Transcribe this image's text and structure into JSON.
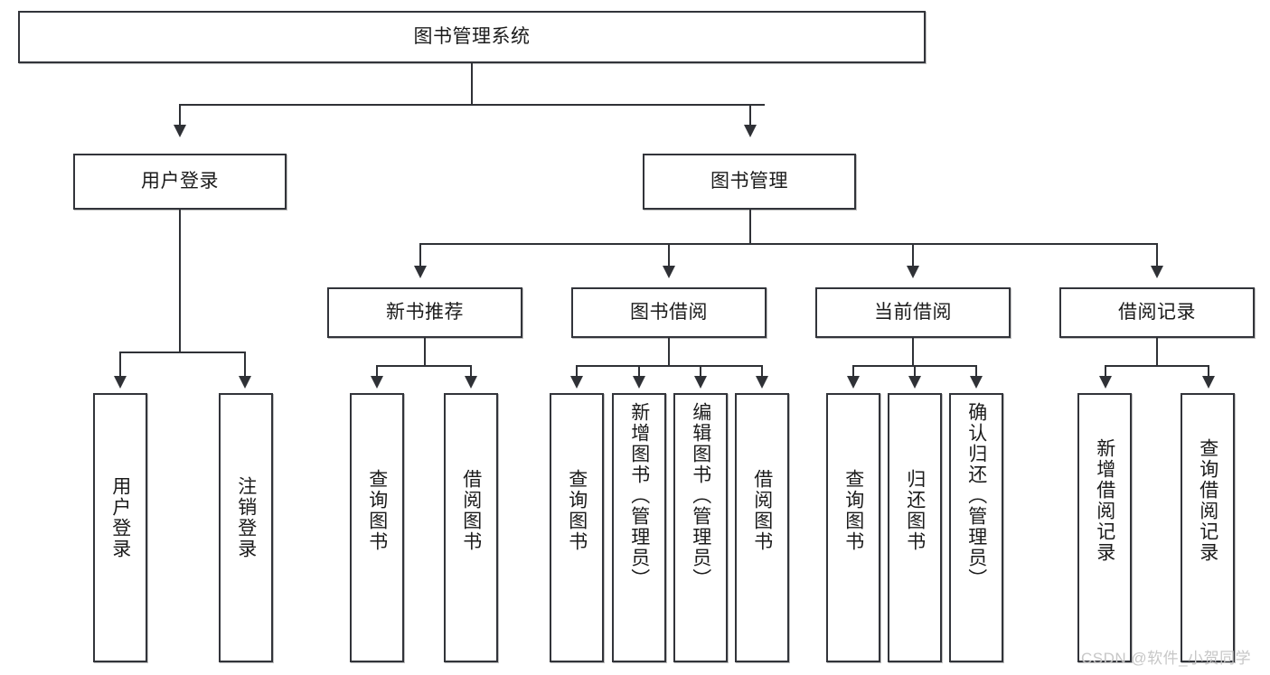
{
  "diagram": {
    "title": "图书管理系统",
    "root": {
      "id": "root",
      "label": "图书管理系统"
    },
    "level2": [
      {
        "id": "user-login",
        "label": "用户登录"
      },
      {
        "id": "book-manage",
        "label": "图书管理"
      }
    ],
    "level3": [
      {
        "id": "new-book-recommend",
        "label": "新书推荐"
      },
      {
        "id": "book-borrow",
        "label": "图书借阅"
      },
      {
        "id": "current-borrow",
        "label": "当前借阅"
      },
      {
        "id": "borrow-record",
        "label": "借阅记录"
      }
    ],
    "leaves": [
      {
        "id": "leaf-user-login",
        "label": "用户登录",
        "parent": "user-login"
      },
      {
        "id": "leaf-logout-login",
        "label": "注销登录",
        "parent": "user-login"
      },
      {
        "id": "leaf-query-book-1",
        "label": "查询图书",
        "parent": "new-book-recommend"
      },
      {
        "id": "leaf-borrow-book-1",
        "label": "借阅图书",
        "parent": "new-book-recommend"
      },
      {
        "id": "leaf-query-book-2",
        "label": "查询图书",
        "parent": "book-borrow"
      },
      {
        "id": "leaf-add-book",
        "label": "新增图书（管理员）",
        "parent": "book-borrow"
      },
      {
        "id": "leaf-edit-book",
        "label": "编辑图书（管理员）",
        "parent": "book-borrow"
      },
      {
        "id": "leaf-borrow-book-2",
        "label": "借阅图书",
        "parent": "book-borrow"
      },
      {
        "id": "leaf-query-book-3",
        "label": "查询图书",
        "parent": "current-borrow"
      },
      {
        "id": "leaf-return-book",
        "label": "归还图书",
        "parent": "current-borrow"
      },
      {
        "id": "leaf-confirm-return",
        "label": "确认归还（管理员）",
        "parent": "current-borrow"
      },
      {
        "id": "leaf-add-record",
        "label": "新增借阅记录",
        "parent": "borrow-record"
      },
      {
        "id": "leaf-query-record",
        "label": "查询借阅记录",
        "parent": "borrow-record"
      }
    ],
    "watermark": "CSDN @软件_小贺同学",
    "colors": {
      "stroke": "#32343a",
      "background": "#ffffff",
      "text": "#1b1b1b",
      "watermark": "#c7c7c7"
    }
  }
}
